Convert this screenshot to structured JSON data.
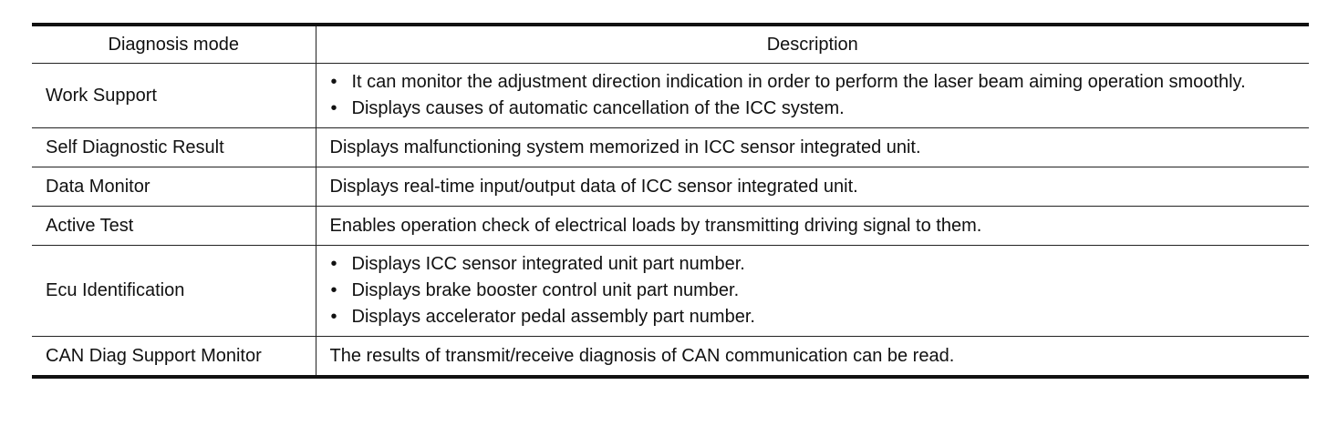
{
  "table": {
    "headers": [
      "Diagnosis mode",
      "Description"
    ],
    "rows": [
      {
        "mode": "Work Support",
        "items": [
          "It can monitor the adjustment direction indication in order to perform the laser beam aiming operation smoothly.",
          "Displays causes of automatic cancellation of the ICC system."
        ]
      },
      {
        "mode": "Self Diagnostic Result",
        "text": "Displays malfunctioning system memorized in ICC sensor integrated unit."
      },
      {
        "mode": "Data Monitor",
        "text": "Displays real-time input/output data of ICC sensor integrated unit."
      },
      {
        "mode": "Active Test",
        "text": "Enables operation check of electrical loads by transmitting driving signal to them."
      },
      {
        "mode": "Ecu Identification",
        "items": [
          "Displays ICC sensor integrated unit part number.",
          "Displays brake booster control unit part number.",
          "Displays accelerator pedal assembly part number."
        ]
      },
      {
        "mode": "CAN Diag Support Monitor",
        "text": "The results of transmit/receive diagnosis of CAN communication can be read."
      }
    ]
  }
}
